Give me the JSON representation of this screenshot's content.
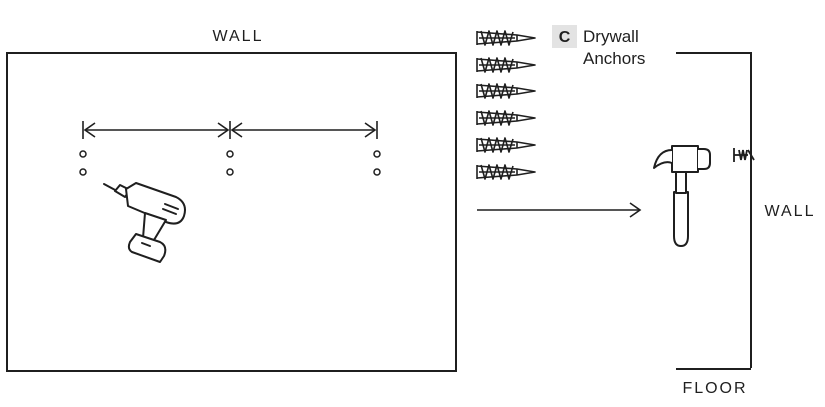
{
  "labels": {
    "wall_front": "WALL",
    "wall_side": "WALL",
    "floor": "FLOOR"
  },
  "part": {
    "badge": "C",
    "name_line1": "Drywall",
    "name_line2": "Anchors",
    "quantity_shown": 6
  },
  "icons": {
    "tool_front": "power-drill-icon",
    "tool_side": "hammer-icon",
    "fastener": "drywall-anchor-icon"
  },
  "colors": {
    "line": "#1f1f1f",
    "badge_bg": "#e3e3e3"
  }
}
